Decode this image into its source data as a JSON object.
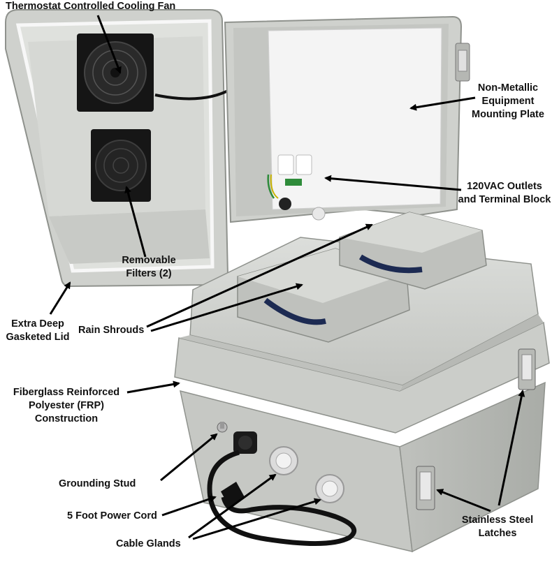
{
  "callouts": {
    "fan": "Thermostat Controlled Cooling Fan",
    "plate": [
      "Non-Metallic",
      "Equipment",
      "Mounting Plate"
    ],
    "outlets": [
      "120VAC Outlets",
      "and Terminal Block"
    ],
    "filters": [
      "Removable",
      "Filters (2)"
    ],
    "lid": [
      "Extra Deep",
      "Gasketed Lid"
    ],
    "shrouds": "Rain Shrouds",
    "frp": [
      "Fiberglass Reinforced",
      "Polyester (FRP)",
      "Construction"
    ],
    "stud": "Grounding Stud",
    "cord": "5 Foot Power Cord",
    "glands": "Cable Glands",
    "latches": [
      "Stainless Steel",
      "Latches"
    ]
  },
  "colors": {
    "enclosure": "#c9cbc7",
    "enclosure_dark": "#9fa29d",
    "interior": "#d3d5d1",
    "fan": "#151515",
    "plate": "#f4f4f4",
    "arrow": "#000000"
  }
}
